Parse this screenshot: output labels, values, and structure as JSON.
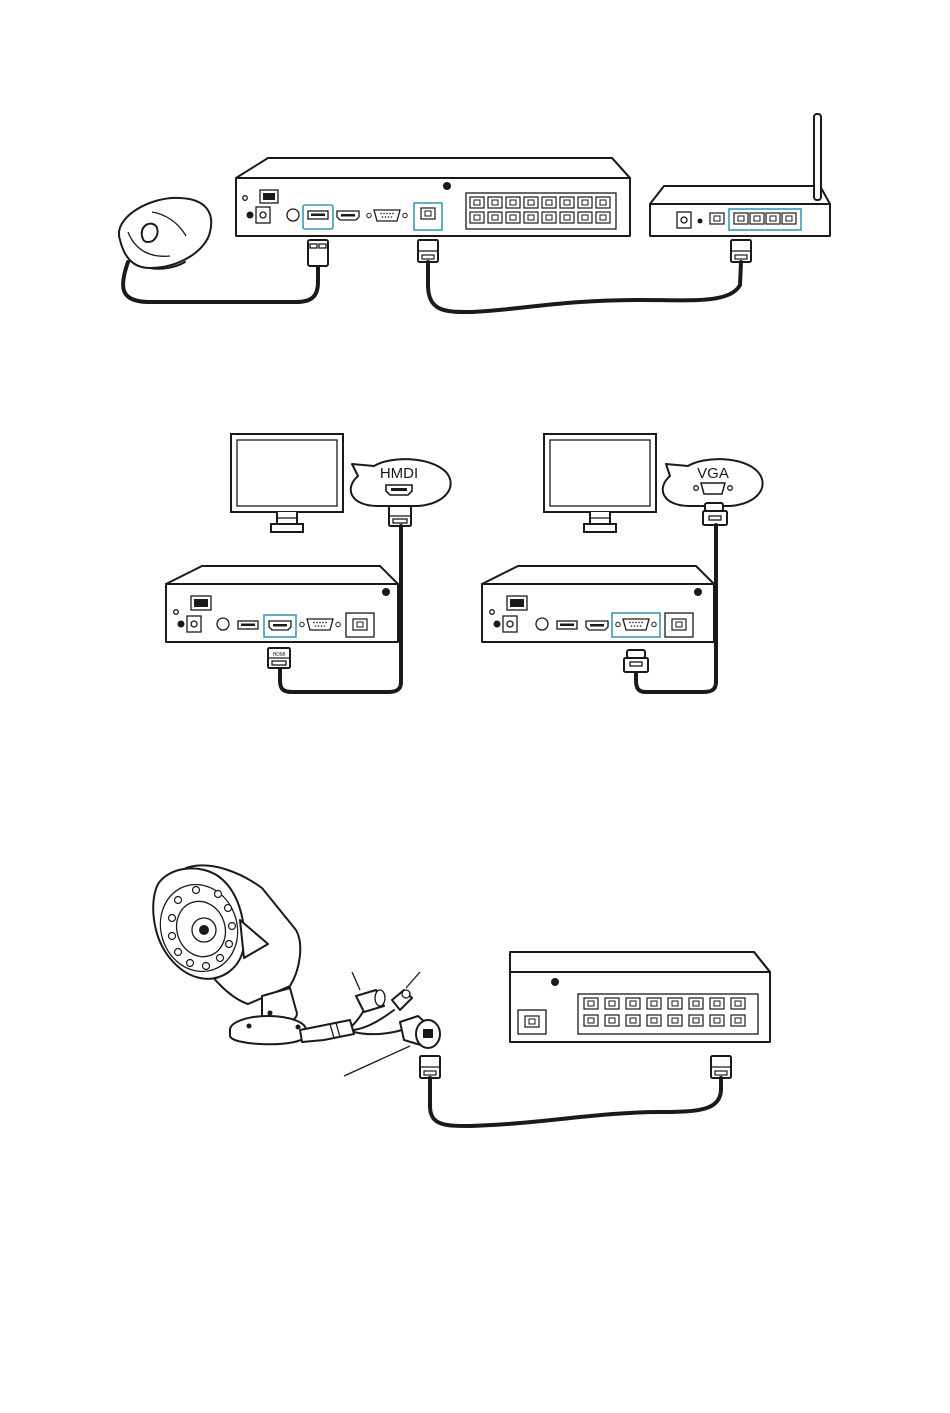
{
  "diagrams": [
    {
      "id": "mouse-router-connection",
      "devices": [
        "mouse",
        "nvr",
        "router"
      ],
      "connections": [
        {
          "from": "mouse",
          "to": "nvr",
          "port": "usb"
        },
        {
          "from": "nvr",
          "to": "router",
          "port": "lan"
        }
      ]
    },
    {
      "id": "monitor-hdmi-connection",
      "callout_label": "HMDI",
      "connector_label": "HDMI",
      "connections": [
        {
          "from": "nvr",
          "to": "monitor",
          "port": "hdmi"
        }
      ]
    },
    {
      "id": "monitor-vga-connection",
      "callout_label": "VGA",
      "connections": [
        {
          "from": "nvr",
          "to": "monitor",
          "port": "vga"
        }
      ]
    },
    {
      "id": "camera-poe-connection",
      "devices": [
        "bullet-camera",
        "nvr"
      ],
      "connections": [
        {
          "from": "bullet-camera",
          "to": "nvr",
          "port": "poe"
        }
      ]
    }
  ],
  "colors": {
    "line": "#1a1a1a",
    "highlight": "#3a9bb6",
    "background": "#ffffff"
  },
  "icons": [
    "mouse-icon",
    "router-icon",
    "monitor-icon",
    "camera-icon",
    "rj45-plug-icon",
    "usb-plug-icon",
    "hdmi-plug-icon",
    "vga-plug-icon"
  ]
}
